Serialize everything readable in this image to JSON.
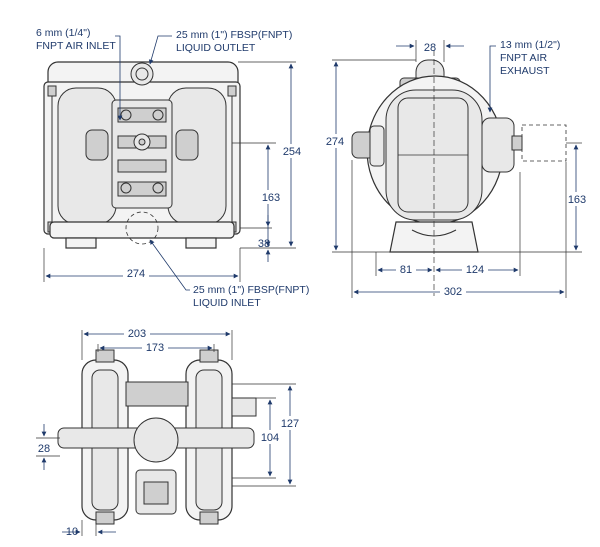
{
  "diagram": {
    "front_view": {
      "air_inlet_label": [
        "6 mm (1/4\")",
        "FNPT AIR INLET"
      ],
      "liquid_outlet_label": [
        "25 mm (1\") FBSP(FNPT)",
        "LIQUID OUTLET"
      ],
      "liquid_inlet_label": [
        "25 mm (1\") FBSP(FNPT)",
        "LIQUID INLET"
      ],
      "dim_height_total": "254",
      "dim_center_height": "163",
      "dim_inlet_height": "38",
      "dim_width": "274"
    },
    "side_view": {
      "dim_top_width": "28",
      "dim_height": "274",
      "air_exhaust_label": [
        "13 mm (1/2\")",
        "FNPT AIR",
        "EXHAUST"
      ],
      "dim_exhaust_height": "163",
      "dim_left_offset": "81",
      "dim_right_offset": "124",
      "dim_total_depth": "302"
    },
    "bottom_view": {
      "dim_outer_width": "203",
      "dim_inner_width": "173",
      "dim_left_height": "28",
      "dim_inner_height": "104",
      "dim_outer_height": "127",
      "dim_bottom_offset": "10"
    },
    "colors": {
      "dimension_text": "#1f3a6b",
      "line": "#333333"
    }
  }
}
